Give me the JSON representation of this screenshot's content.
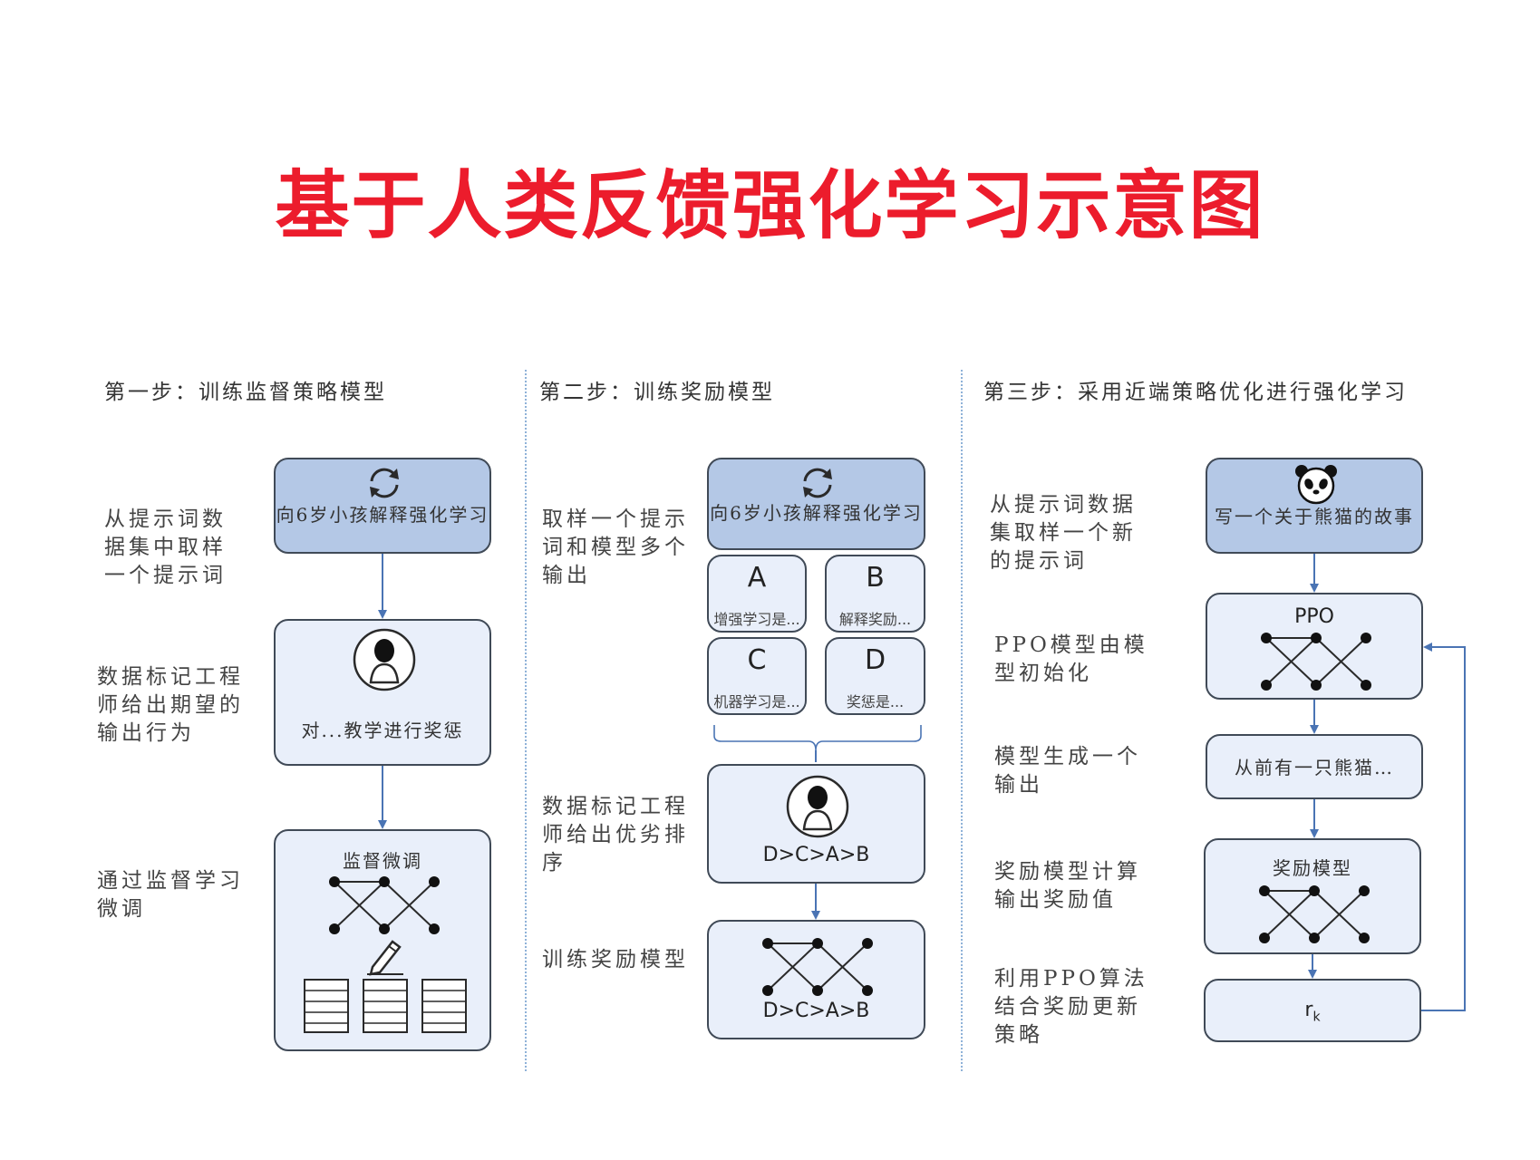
{
  "title": "基于人类反馈强化学习示意图",
  "step1": {
    "title": "第一步：训练监督策略模型",
    "labels": [
      "从提示词数据集中取样一个提示词",
      "数据标记工程师给出期望的输出行为",
      "通过监督学习微调"
    ],
    "prompt": "向6岁小孩解释强化学习",
    "demo": "对...教学进行奖惩",
    "sft": "监督微调"
  },
  "step2": {
    "title": "第二步：训练奖励模型",
    "labels": [
      "取样一个提示词和模型多个输出",
      "数据标记工程师给出优劣排序",
      "训练奖励模型"
    ],
    "prompt": "向6岁小孩解释强化学习",
    "outputs": [
      {
        "letter": "A",
        "text": "增强学习是..."
      },
      {
        "letter": "B",
        "text": "解释奖励..."
      },
      {
        "letter": "C",
        "text": "机器学习是..."
      },
      {
        "letter": "D",
        "text": "奖惩是..."
      }
    ],
    "ranking": "D>C>A>B",
    "rm_ranking": "D>C>A>B"
  },
  "step3": {
    "title": "第三步：采用近端策略优化进行强化学习",
    "labels": [
      "从提示词数据集取样一个新的提示词",
      "PPO模型由模型初始化",
      "模型生成一个输出",
      "奖励模型计算输出奖励值",
      "利用PPO算法结合奖励更新策略"
    ],
    "prompt": "写一个关于熊猫的故事",
    "ppo": "PPO",
    "output": "从前有一只熊猫…",
    "rm": "奖励模型",
    "reward": "r",
    "reward_sub": "k"
  },
  "colors": {
    "title": "#ec1c2c",
    "box_dark": "#b4c8e6",
    "box_light": "#e9effa",
    "arrow": "#4a74b4",
    "divider": "#8fb2d8"
  }
}
